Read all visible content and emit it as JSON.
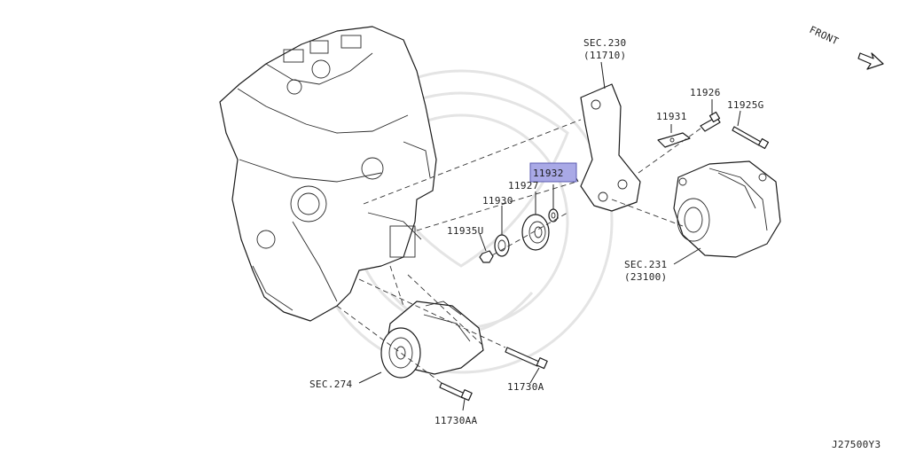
{
  "labels": {
    "sec230": "SEC.230",
    "sec230_sub": "(11710)",
    "front": "FRONT",
    "p11926": "11926",
    "p11925g": "11925G",
    "p11931": "11931",
    "p11932": "11932",
    "p11927": "11927",
    "p11930": "11930",
    "p11935u": "11935U",
    "sec231": "SEC.231",
    "sec231_sub": "(23100)",
    "sec274": "SEC.274",
    "p11730a": "11730A",
    "p11730aa": "11730AA",
    "diagram_id": "J27500Y3"
  },
  "colors": {
    "highlight": "#a9a9e6",
    "ink": "#222222"
  }
}
